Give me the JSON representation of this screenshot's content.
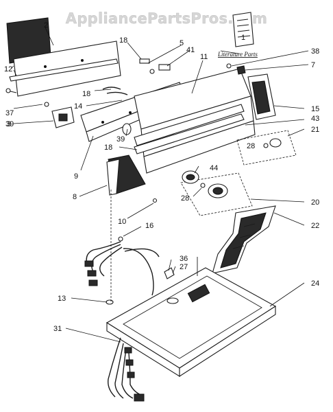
{
  "watermark": "AppliancePartsPros.com",
  "literature_label": "Literature Parts",
  "callouts": {
    "c1": "1",
    "c2": "2",
    "c3": "3",
    "c5": "5",
    "c7": "7",
    "c8": "8",
    "c9": "9",
    "c10": "10",
    "c11": "11",
    "c12": "12",
    "c13": "13",
    "c14": "14",
    "c15": "15",
    "c16": "16",
    "c18a": "18",
    "c18b": "18",
    "c18c": "18",
    "c20": "20",
    "c21": "21",
    "c22": "22",
    "c24": "24",
    "c27": "27",
    "c28a": "28",
    "c28b": "28",
    "c31": "31",
    "c36": "36",
    "c37": "37",
    "c38": "38",
    "c39a": "39",
    "c39b": "39",
    "c41": "41",
    "c43": "43",
    "c44": "44"
  }
}
